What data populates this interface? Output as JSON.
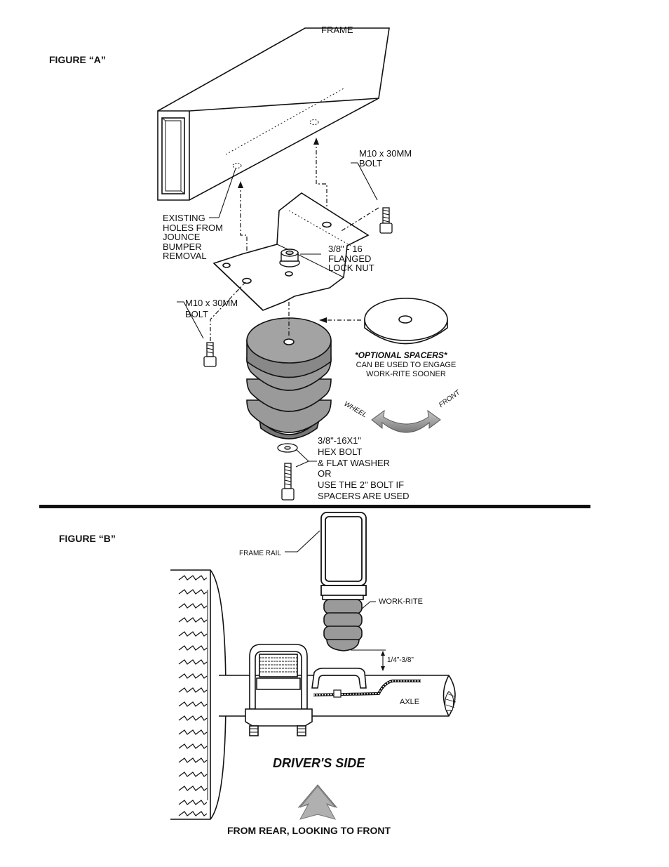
{
  "figure_a": {
    "title": "FIGURE “A”",
    "frame": "FRAME",
    "bolt_top": "M10 x 30MM\nBOLT",
    "existing_holes": "EXISTING\nHOLES FROM\nJOUNCE\nBUMPER\nREMOVAL",
    "lock_nut": "3/8\" - 16\nFLANGED\nLOCK NUT",
    "bolt_left": "M10 x 30MM\nBOLT",
    "optional_title": "*OPTIONAL SPACERS*",
    "optional_text": "CAN BE USED TO ENGAGE\nWORK-RITE SOONER",
    "wheel": "WHEEL",
    "front": "FRONT",
    "hex_bolt": "3/8\"-16X1\"\nHEX BOLT\n& FLAT WASHER\nOR\nUSE THE 2\" BOLT IF\nSPACERS ARE USED"
  },
  "figure_b": {
    "title": "FIGURE “B”",
    "frame_rail": "FRAME RAIL",
    "work_rite": "WORK-RITE",
    "gap": "1/4”-3/8”",
    "axle": "AXLE",
    "drivers_side": "DRIVER'S SIDE",
    "view": "FROM REAR, LOOKING TO FRONT"
  },
  "colors": {
    "line": "#111111",
    "bumper_fill": "#9a9a9a",
    "arrow_fill": "#a8a8a8",
    "divider": "#111111"
  }
}
